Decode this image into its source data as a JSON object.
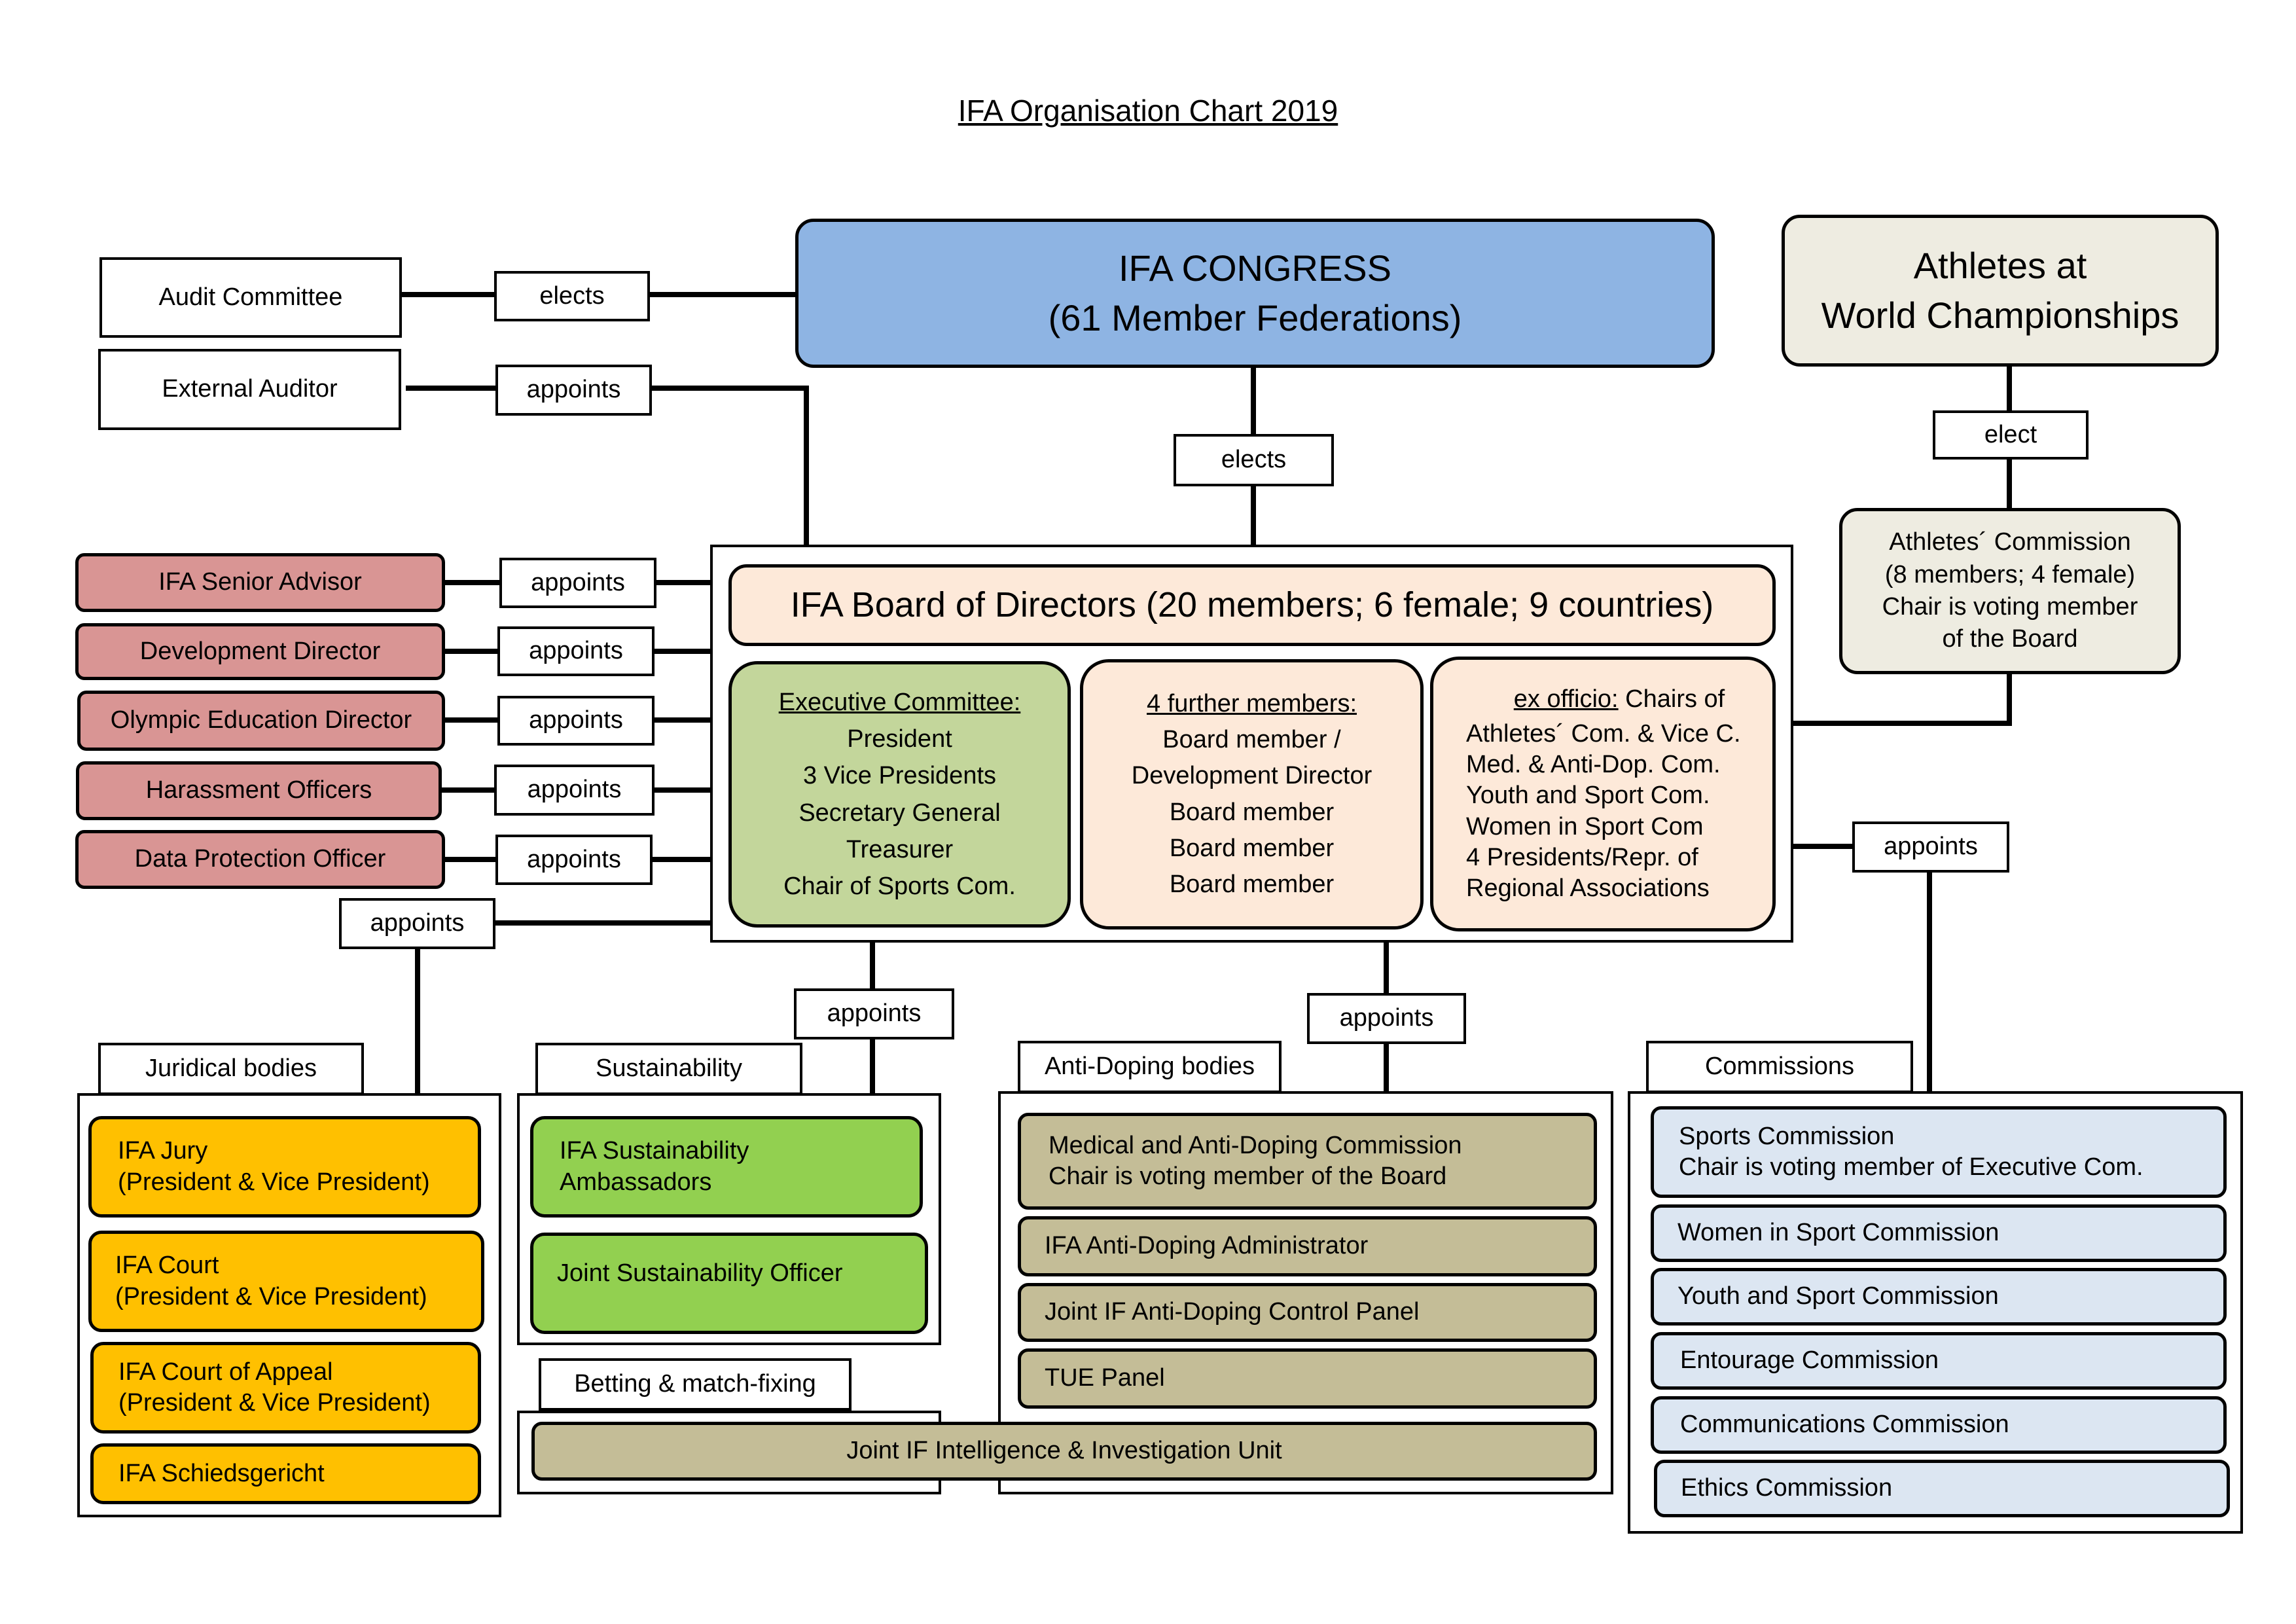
{
  "title": "IFA Organisation Chart 2019",
  "colors": {
    "congress": "#8eb4e3",
    "athletes": "#eeece1",
    "board_header": "#fde9d9",
    "executive": "#c3d69b",
    "advisors": "#d99594",
    "juridical": "#ffc000",
    "sustainability": "#92d050",
    "anti_doping": "#c4bd97",
    "commissions": "#dce6f2"
  },
  "congress": {
    "line1": "IFA CONGRESS",
    "line2": "(61 Member Federations)"
  },
  "athletes_wc": {
    "line1": "Athletes at",
    "line2": "World Championships"
  },
  "audit_committee": "Audit Committee",
  "external_auditor": "External Auditor",
  "athletes_commission": {
    "lines": [
      "Athletes´ Commission",
      "(8 members; 4 female)",
      "Chair is voting member",
      "of the Board"
    ]
  },
  "board": {
    "header": "IFA Board of Directors (20 members; 6 female; 9 countries)",
    "executive": {
      "title": "Executive Committee:",
      "members": [
        "President",
        "3 Vice Presidents",
        "Secretary General",
        "Treasurer",
        "Chair of Sports Com."
      ]
    },
    "further": {
      "title": "4 further members:",
      "members": [
        "Board member /",
        "Development Director",
        "Board member",
        "Board member",
        "Board member"
      ]
    },
    "ex_officio": {
      "title": "ex officio:",
      "title_rest": " Chairs of",
      "members": [
        "Athletes´ Com. & Vice C.",
        "Med. & Anti-Dop. Com.",
        "Youth and Sport Com.",
        "Women in Sport Com",
        "4 Presidents/Repr. of",
        "Regional Associations"
      ]
    }
  },
  "appointees": [
    "IFA Senior Advisor",
    "Development Director",
    "Olympic Education Director",
    "Harassment Officers",
    "Data Protection Officer"
  ],
  "connectors": {
    "elects": "elects",
    "appoints": "appoints",
    "elect": "elect"
  },
  "juridical": {
    "heading": "Juridical bodies",
    "items": [
      {
        "line1": "IFA Jury",
        "line2": "(President & Vice President)"
      },
      {
        "line1": "IFA Court",
        "line2": "(President & Vice President)"
      },
      {
        "line1": "IFA Court of Appeal",
        "line2": "(President & Vice President)"
      },
      {
        "line1": "IFA Schiedsgericht",
        "line2": ""
      }
    ]
  },
  "sustainability": {
    "heading": "Sustainability",
    "items": [
      {
        "line1": "IFA Sustainability",
        "line2": "Ambassadors"
      },
      {
        "line1": "Joint Sustainability Officer",
        "line2": ""
      }
    ]
  },
  "betting": {
    "heading": "Betting & match-fixing",
    "unit": "Joint IF Intelligence & Investigation Unit"
  },
  "anti_doping": {
    "heading": "Anti-Doping bodies",
    "items": [
      {
        "line1": "Medical and Anti-Doping Commission",
        "line2": "Chair is voting member of the Board"
      },
      {
        "line1": "IFA Anti-Doping Administrator",
        "line2": ""
      },
      {
        "line1": "Joint IF Anti-Doping Control Panel",
        "line2": ""
      },
      {
        "line1": "TUE Panel",
        "line2": ""
      }
    ]
  },
  "commissions": {
    "heading": "Commissions",
    "items": [
      {
        "line1": "Sports Commission",
        "line2": "Chair is voting member of Executive Com."
      },
      {
        "line1": "Women in Sport Commission",
        "line2": ""
      },
      {
        "line1": "Youth and Sport Commission",
        "line2": ""
      },
      {
        "line1": "Entourage Commission",
        "line2": ""
      },
      {
        "line1": "Communications Commission",
        "line2": ""
      },
      {
        "line1": "Ethics Commission",
        "line2": ""
      }
    ]
  }
}
